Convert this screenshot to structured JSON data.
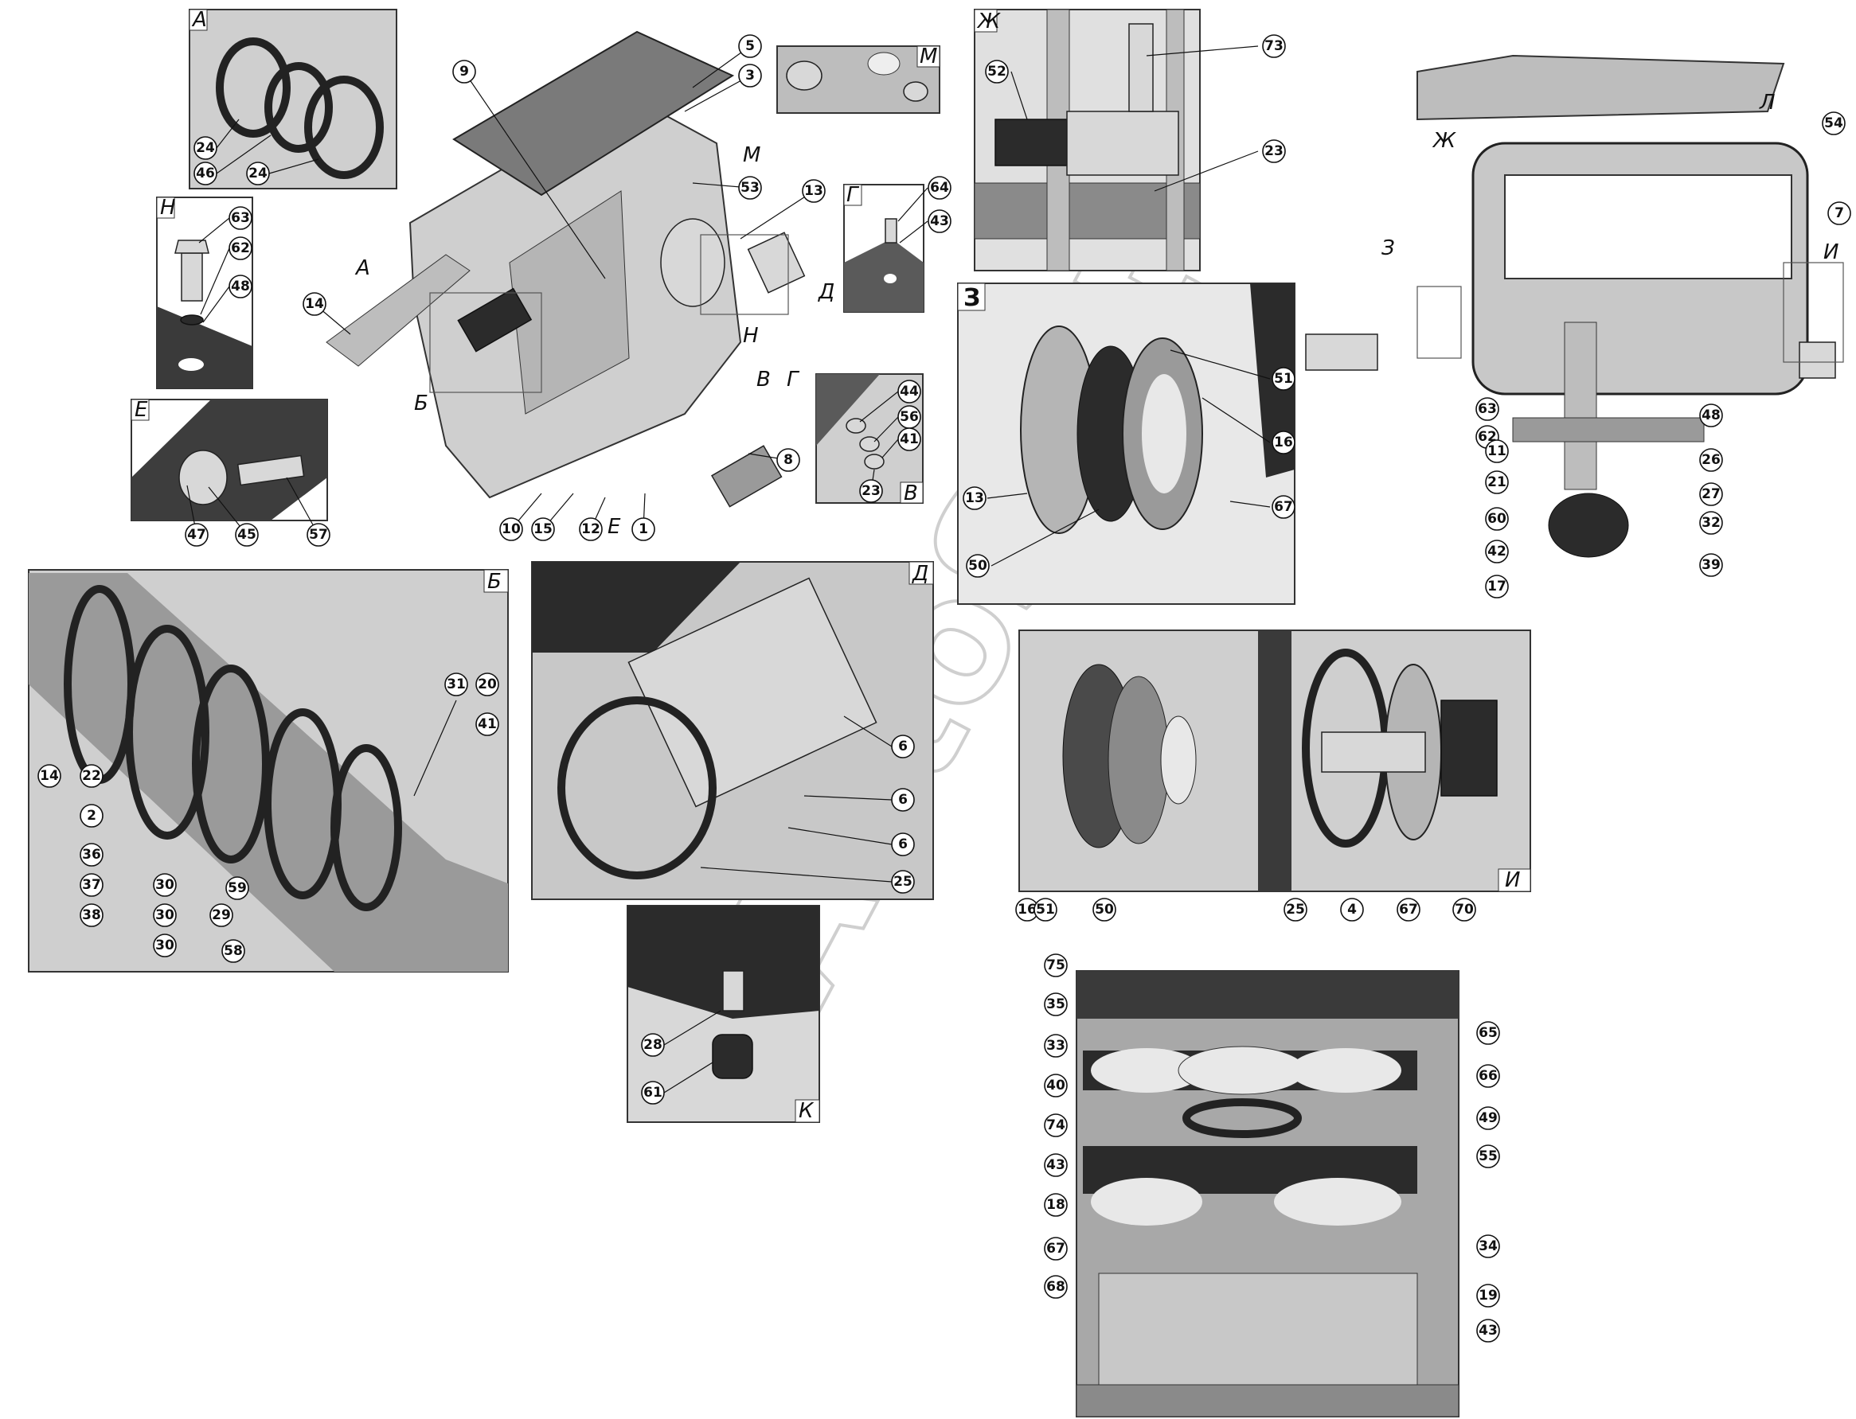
{
  "watermark": "AutoSoft",
  "panels": [
    {
      "id": "A",
      "label": "А",
      "callouts": [
        "24",
        "46",
        "24"
      ]
    },
    {
      "id": "N",
      "label": "Н",
      "callouts": [
        "63",
        "62",
        "48"
      ]
    },
    {
      "id": "E",
      "label": "Е",
      "callouts": [
        "47",
        "45",
        "57"
      ]
    },
    {
      "id": "M",
      "label": "М",
      "callouts": []
    },
    {
      "id": "G",
      "label": "Г",
      "callouts": [
        "64",
        "43"
      ]
    },
    {
      "id": "V",
      "label": "В",
      "callouts": [
        "44",
        "56",
        "41",
        "23"
      ]
    },
    {
      "id": "Zh",
      "label": "Ж",
      "callouts": [
        "73",
        "52",
        "23"
      ]
    },
    {
      "id": "Z",
      "label": "З",
      "callouts": [
        "51",
        "16",
        "13",
        "67",
        "50"
      ]
    },
    {
      "id": "B",
      "label": "Б",
      "callouts": [
        "31",
        "20",
        "41",
        "14",
        "22",
        "2",
        "36",
        "37",
        "38",
        "30",
        "30",
        "30",
        "29",
        "59",
        "58"
      ]
    },
    {
      "id": "D",
      "label": "Д",
      "callouts": [
        "6",
        "6",
        "6",
        "25"
      ]
    },
    {
      "id": "I",
      "label": "И",
      "callouts": [
        "16",
        "51",
        "50",
        "25",
        "4",
        "67",
        "70"
      ]
    },
    {
      "id": "K",
      "label": "К",
      "callouts": [
        "28",
        "61"
      ]
    },
    {
      "id": "L",
      "label": "Л",
      "callouts": [
        "75",
        "35",
        "33",
        "40",
        "74",
        "43",
        "18",
        "67",
        "68",
        "65",
        "66",
        "49",
        "55",
        "34",
        "19",
        "43"
      ]
    }
  ],
  "main_assembly": {
    "view_letters": [
      "А",
      "Б",
      "М",
      "Н",
      "В",
      "Г",
      "Д",
      "Е"
    ],
    "callouts": [
      "9",
      "5",
      "3",
      "53",
      "13",
      "14",
      "8",
      "10",
      "15",
      "12",
      "1"
    ]
  },
  "right_assembly": {
    "view_letters": [
      "Ж",
      "Л",
      "З",
      "И"
    ],
    "callouts": [
      "54",
      "7",
      "63",
      "62",
      "48",
      "11",
      "26",
      "21",
      "27",
      "32",
      "60",
      "39",
      "42",
      "17"
    ]
  }
}
